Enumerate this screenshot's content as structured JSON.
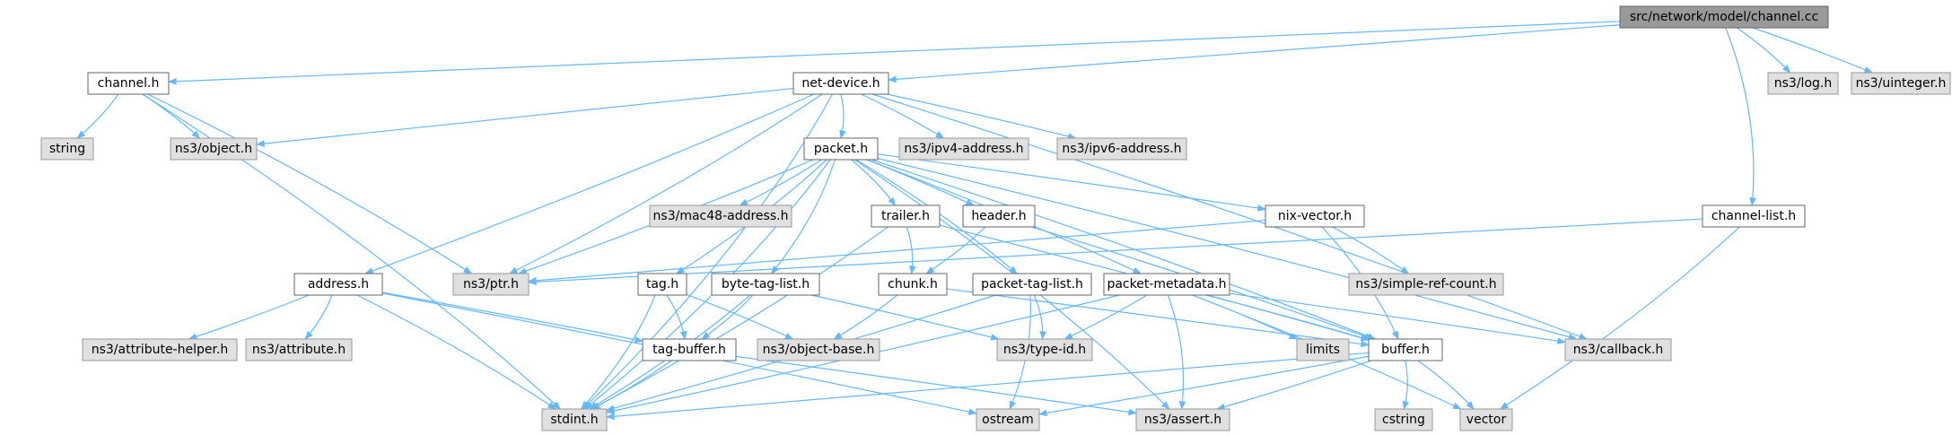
{
  "graph": {
    "root": "src/network/model/channel.cc",
    "nodes": [
      {
        "id": "root",
        "label": "src/network/model/channel.cc",
        "kind": "root",
        "interactable": false
      },
      {
        "id": "channel_h",
        "label": "channel.h",
        "kind": "documented",
        "interactable": true
      },
      {
        "id": "net_device_h",
        "label": "net-device.h",
        "kind": "documented",
        "interactable": true
      },
      {
        "id": "log_h",
        "label": "ns3/log.h",
        "kind": "external",
        "interactable": false
      },
      {
        "id": "uinteger_h",
        "label": "ns3/uinteger.h",
        "kind": "external",
        "interactable": false
      },
      {
        "id": "string",
        "label": "string",
        "kind": "external",
        "interactable": false
      },
      {
        "id": "object_h",
        "label": "ns3/object.h",
        "kind": "external",
        "interactable": false
      },
      {
        "id": "packet_h",
        "label": "packet.h",
        "kind": "documented",
        "interactable": true
      },
      {
        "id": "ipv4_h",
        "label": "ns3/ipv4-address.h",
        "kind": "external",
        "interactable": false
      },
      {
        "id": "ipv6_h",
        "label": "ns3/ipv6-address.h",
        "kind": "external",
        "interactable": false
      },
      {
        "id": "mac48_h",
        "label": "ns3/mac48-address.h",
        "kind": "external",
        "interactable": false
      },
      {
        "id": "trailer_h",
        "label": "trailer.h",
        "kind": "documented",
        "interactable": true
      },
      {
        "id": "header_h",
        "label": "header.h",
        "kind": "documented",
        "interactable": true
      },
      {
        "id": "nix_h",
        "label": "nix-vector.h",
        "kind": "documented",
        "interactable": true
      },
      {
        "id": "channel_list_h",
        "label": "channel-list.h",
        "kind": "documented",
        "interactable": true
      },
      {
        "id": "ptr_h",
        "label": "ns3/ptr.h",
        "kind": "external",
        "interactable": false
      },
      {
        "id": "simple_ref_h",
        "label": "ns3/simple-ref-count.h",
        "kind": "external",
        "interactable": false
      },
      {
        "id": "address_h",
        "label": "address.h",
        "kind": "documented",
        "interactable": true
      },
      {
        "id": "tag_h",
        "label": "tag.h",
        "kind": "documented",
        "interactable": true
      },
      {
        "id": "byte_tag_h",
        "label": "byte-tag-list.h",
        "kind": "documented",
        "interactable": true
      },
      {
        "id": "chunk_h",
        "label": "chunk.h",
        "kind": "documented",
        "interactable": true
      },
      {
        "id": "packet_tag_h",
        "label": "packet-tag-list.h",
        "kind": "documented",
        "interactable": true
      },
      {
        "id": "packet_meta_h",
        "label": "packet-metadata.h",
        "kind": "documented",
        "interactable": true
      },
      {
        "id": "attr_helper_h",
        "label": "ns3/attribute-helper.h",
        "kind": "external",
        "interactable": false
      },
      {
        "id": "attribute_h",
        "label": "ns3/attribute.h",
        "kind": "external",
        "interactable": false
      },
      {
        "id": "tag_buffer_h",
        "label": "tag-buffer.h",
        "kind": "documented",
        "interactable": true
      },
      {
        "id": "object_base_h",
        "label": "ns3/object-base.h",
        "kind": "external",
        "interactable": false
      },
      {
        "id": "type_id_h",
        "label": "ns3/type-id.h",
        "kind": "external",
        "interactable": false
      },
      {
        "id": "limits",
        "label": "limits",
        "kind": "external",
        "interactable": false
      },
      {
        "id": "buffer_h",
        "label": "buffer.h",
        "kind": "documented",
        "interactable": true
      },
      {
        "id": "callback_h",
        "label": "ns3/callback.h",
        "kind": "external",
        "interactable": false
      },
      {
        "id": "stdint_h",
        "label": "stdint.h",
        "kind": "external",
        "interactable": false
      },
      {
        "id": "ostream",
        "label": "ostream",
        "kind": "external",
        "interactable": false
      },
      {
        "id": "assert_h",
        "label": "ns3/assert.h",
        "kind": "external",
        "interactable": false
      },
      {
        "id": "cstring",
        "label": "cstring",
        "kind": "external",
        "interactable": false
      },
      {
        "id": "vector",
        "label": "vector",
        "kind": "external",
        "interactable": false
      }
    ],
    "edges": [
      [
        "root",
        "channel_h"
      ],
      [
        "root",
        "net_device_h"
      ],
      [
        "root",
        "log_h"
      ],
      [
        "root",
        "uinteger_h"
      ],
      [
        "root",
        "channel_list_h"
      ],
      [
        "channel_h",
        "string"
      ],
      [
        "channel_h",
        "object_h"
      ],
      [
        "channel_h",
        "ptr_h"
      ],
      [
        "channel_h",
        "stdint_h"
      ],
      [
        "net_device_h",
        "object_h"
      ],
      [
        "net_device_h",
        "packet_h"
      ],
      [
        "net_device_h",
        "ipv4_h"
      ],
      [
        "net_device_h",
        "ipv6_h"
      ],
      [
        "net_device_h",
        "address_h"
      ],
      [
        "net_device_h",
        "ptr_h"
      ],
      [
        "net_device_h",
        "stdint_h"
      ],
      [
        "net_device_h",
        "callback_h"
      ],
      [
        "packet_h",
        "mac48_h"
      ],
      [
        "packet_h",
        "trailer_h"
      ],
      [
        "packet_h",
        "header_h"
      ],
      [
        "packet_h",
        "nix_h"
      ],
      [
        "packet_h",
        "ptr_h"
      ],
      [
        "packet_h",
        "tag_h"
      ],
      [
        "packet_h",
        "byte_tag_h"
      ],
      [
        "packet_h",
        "packet_tag_h"
      ],
      [
        "packet_h",
        "packet_meta_h"
      ],
      [
        "packet_h",
        "stdint_h"
      ],
      [
        "packet_h",
        "assert_h"
      ],
      [
        "packet_h",
        "buffer_h"
      ],
      [
        "packet_h",
        "callback_h"
      ],
      [
        "trailer_h",
        "chunk_h"
      ],
      [
        "trailer_h",
        "stdint_h"
      ],
      [
        "trailer_h",
        "buffer_h"
      ],
      [
        "header_h",
        "chunk_h"
      ],
      [
        "header_h",
        "buffer_h"
      ],
      [
        "nix_h",
        "ptr_h"
      ],
      [
        "nix_h",
        "simple_ref_h"
      ],
      [
        "nix_h",
        "buffer_h"
      ],
      [
        "channel_list_h",
        "ptr_h"
      ],
      [
        "channel_list_h",
        "vector"
      ],
      [
        "address_h",
        "attr_helper_h"
      ],
      [
        "address_h",
        "attribute_h"
      ],
      [
        "address_h",
        "tag_buffer_h"
      ],
      [
        "address_h",
        "stdint_h"
      ],
      [
        "address_h",
        "ostream"
      ],
      [
        "tag_h",
        "tag_buffer_h"
      ],
      [
        "tag_h",
        "object_base_h"
      ],
      [
        "tag_h",
        "stdint_h"
      ],
      [
        "byte_tag_h",
        "tag_buffer_h"
      ],
      [
        "byte_tag_h",
        "type_id_h"
      ],
      [
        "byte_tag_h",
        "stdint_h"
      ],
      [
        "chunk_h",
        "object_base_h"
      ],
      [
        "chunk_h",
        "buffer_h"
      ],
      [
        "packet_tag_h",
        "type_id_h"
      ],
      [
        "packet_tag_h",
        "ostream"
      ],
      [
        "packet_tag_h",
        "stdint_h"
      ],
      [
        "packet_meta_h",
        "type_id_h"
      ],
      [
        "packet_meta_h",
        "limits"
      ],
      [
        "packet_meta_h",
        "buffer_h"
      ],
      [
        "packet_meta_h",
        "callback_h"
      ],
      [
        "packet_meta_h",
        "stdint_h"
      ],
      [
        "packet_meta_h",
        "assert_h"
      ],
      [
        "packet_meta_h",
        "vector"
      ],
      [
        "tag_buffer_h",
        "stdint_h"
      ],
      [
        "tag_buffer_h",
        "assert_h"
      ],
      [
        "buffer_h",
        "stdint_h"
      ],
      [
        "buffer_h",
        "ostream"
      ],
      [
        "buffer_h",
        "assert_h"
      ],
      [
        "buffer_h",
        "cstring"
      ],
      [
        "buffer_h",
        "vector"
      ]
    ]
  },
  "colors": {
    "root_fill": "#999999",
    "documented_fill": "#ffffff",
    "external_fill": "#e0e0e0",
    "node_border": "#666666",
    "external_border": "#999999",
    "edge": "#63b8ff"
  }
}
